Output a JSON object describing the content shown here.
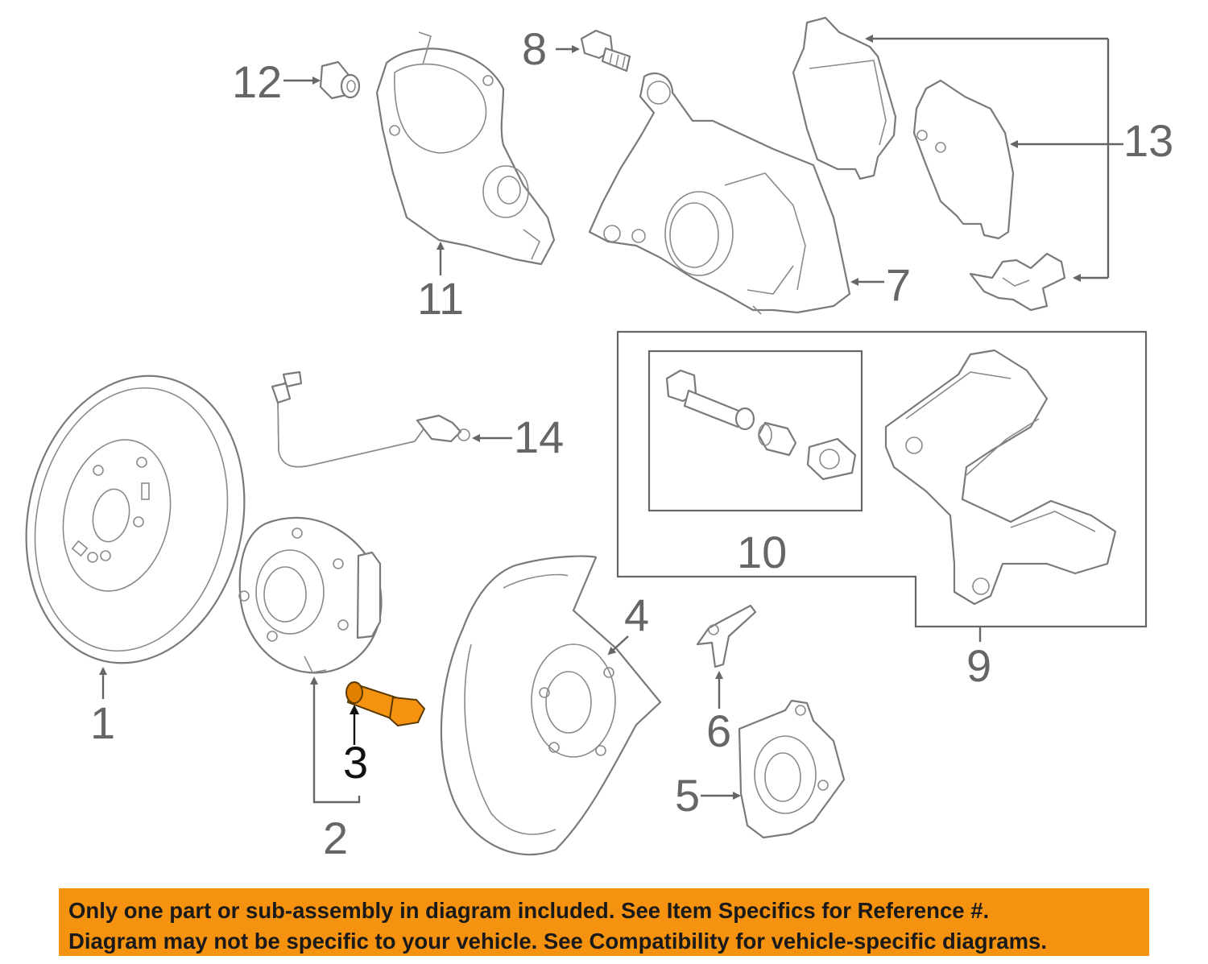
{
  "callouts": {
    "c1": "1",
    "c2": "2",
    "c3": "3",
    "c4": "4",
    "c5": "5",
    "c6": "6",
    "c7": "7",
    "c8": "8",
    "c9": "9",
    "c10": "10",
    "c11": "11",
    "c12": "12",
    "c13": "13",
    "c14": "14"
  },
  "highlight": {
    "part": "3",
    "color": "#f5920f"
  },
  "colors": {
    "banner": "#f5920f",
    "line_art": "#7a7a7a"
  },
  "banner": {
    "line1": "Only one part or sub-assembly in diagram included. See Item Specifics for Reference #.",
    "line2": "Diagram may not be specific to your vehicle. See Compatibility for vehicle-specific diagrams."
  }
}
